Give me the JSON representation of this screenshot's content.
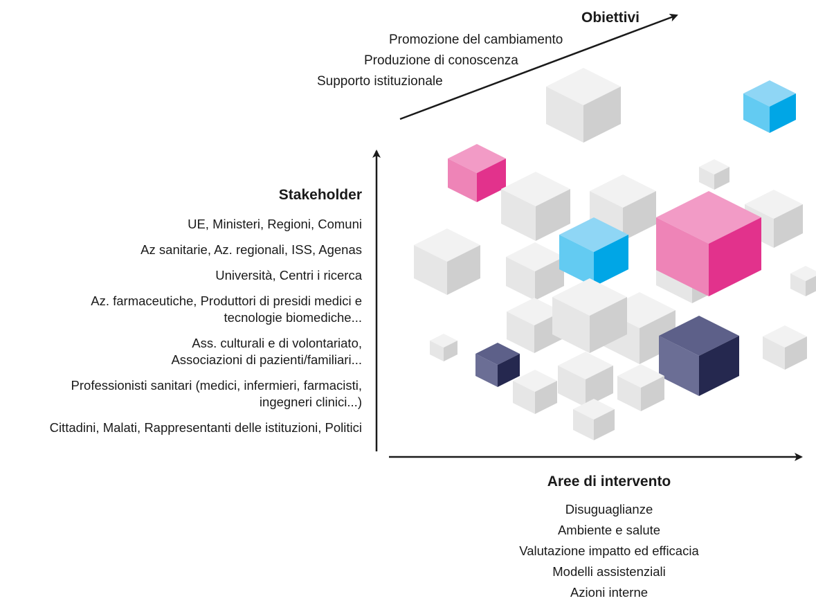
{
  "obiettivi": {
    "title": "Obiettivi",
    "items": [
      "Promozione del cambiamento",
      "Produzione di conoscenza",
      "Supporto istituzionale"
    ]
  },
  "stakeholder": {
    "title": "Stakeholder",
    "items": [
      "UE, Ministeri, Regioni, Comuni",
      "Az sanitarie, Az. regionali, ISS, Agenas",
      "Università, Centri i ricerca",
      "Az. farmaceutiche, Produttori di presidi medici e\ntecnologie biomediche...",
      "Ass. culturali e di volontariato,\nAssociazioni di pazienti/familiari...",
      "Professionisti sanitari (medici, infermieri, farmacisti,\ningegneri clinici...)",
      "Cittadini, Malati, Rappresentanti delle istituzioni, Politici"
    ]
  },
  "aree": {
    "title": "Aree di intervento",
    "items": [
      "Disuguaglianze",
      "Ambiente e salute",
      "Valutazione impatto ed efficacia",
      "Modelli assistenziali",
      "Azioni interne"
    ]
  },
  "colors": {
    "axis": "#1a1a1a",
    "gray": "#e0e0e0",
    "pink": "#e2328c",
    "blue": "#00a6e6",
    "navy": "#25284f"
  }
}
